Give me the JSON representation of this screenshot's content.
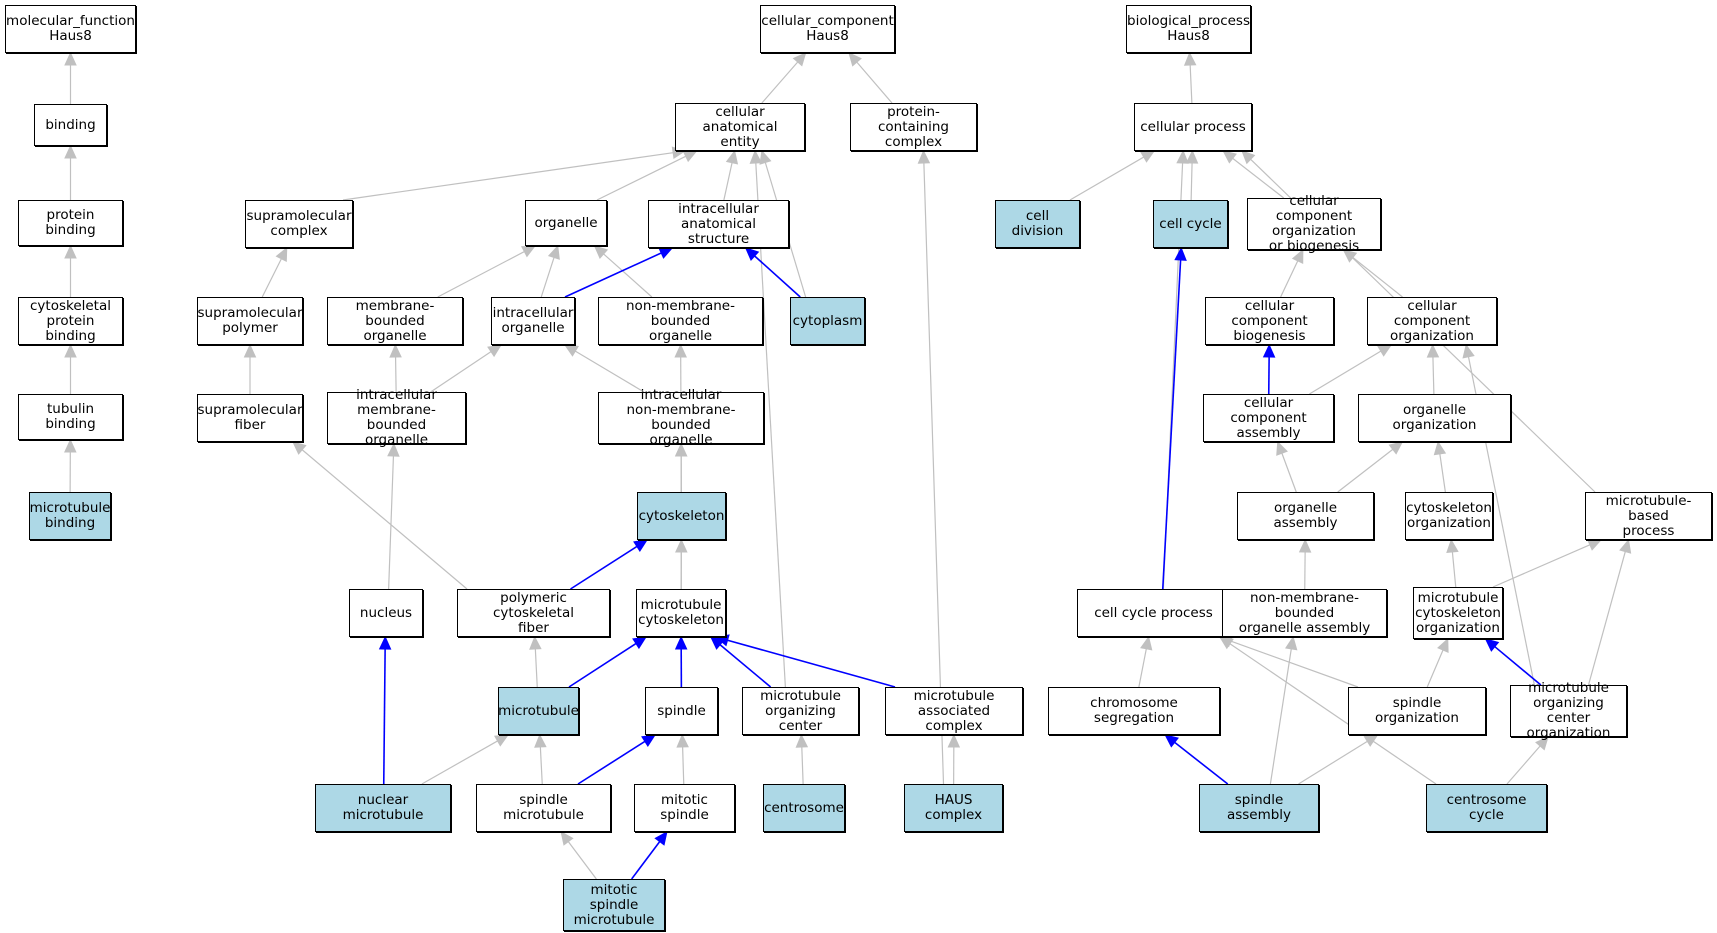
{
  "colors": {
    "highlight": "#add8e6",
    "blue_edge": "#0000ff",
    "gray_edge": "#c0c0c0"
  },
  "nodes": {
    "mf_root": {
      "text": "molecular_function\nHaus8",
      "hl": false
    },
    "binding": {
      "text": "binding",
      "hl": false
    },
    "protein_binding": {
      "text": "protein binding",
      "hl": false
    },
    "cyto_protein_binding": {
      "text": "cytoskeletal\nprotein binding",
      "hl": false
    },
    "tubulin_binding": {
      "text": "tubulin binding",
      "hl": false
    },
    "mt_binding": {
      "text": "microtubule\nbinding",
      "hl": true
    },
    "cc_root": {
      "text": "cellular_component\nHaus8",
      "hl": false
    },
    "cae": {
      "text": "cellular anatomical\nentity",
      "hl": false
    },
    "pcc": {
      "text": "protein-containing\ncomplex",
      "hl": false
    },
    "supra_complex": {
      "text": "supramolecular\ncomplex",
      "hl": false
    },
    "organelle": {
      "text": "organelle",
      "hl": false
    },
    "ias": {
      "text": "intracellular\nanatomical structure",
      "hl": false
    },
    "supra_polymer": {
      "text": "supramolecular\npolymer",
      "hl": false
    },
    "mbo": {
      "text": "membrane-bounded\norganelle",
      "hl": false
    },
    "io": {
      "text": "intracellular\norganelle",
      "hl": false
    },
    "nmbo": {
      "text": "non-membrane-bounded\norganelle",
      "hl": false
    },
    "cytoplasm": {
      "text": "cytoplasm",
      "hl": true
    },
    "supra_fiber": {
      "text": "supramolecular\nfiber",
      "hl": false
    },
    "imbo": {
      "text": "intracellular\nmembrane-bounded\norganelle",
      "hl": false
    },
    "inmbo": {
      "text": "intracellular\nnon-membrane-bounded\norganelle",
      "hl": false
    },
    "cytoskeleton": {
      "text": "cytoskeleton",
      "hl": true
    },
    "nucleus": {
      "text": "nucleus",
      "hl": false
    },
    "pcf": {
      "text": "polymeric cytoskeletal\nfiber",
      "hl": false
    },
    "mt_cytoskeleton": {
      "text": "microtubule\ncytoskeleton",
      "hl": false
    },
    "microtubule": {
      "text": "microtubule",
      "hl": true
    },
    "spindle": {
      "text": "spindle",
      "hl": false
    },
    "mtoc": {
      "text": "microtubule\norganizing center",
      "hl": false
    },
    "mac": {
      "text": "microtubule\nassociated complex",
      "hl": false
    },
    "nuclear_mt": {
      "text": "nuclear microtubule",
      "hl": true
    },
    "spindle_mt": {
      "text": "spindle microtubule",
      "hl": false
    },
    "mitotic_spindle": {
      "text": "mitotic spindle",
      "hl": false
    },
    "centrosome": {
      "text": "centrosome",
      "hl": true
    },
    "haus": {
      "text": "HAUS complex",
      "hl": true
    },
    "msm": {
      "text": "mitotic spindle\nmicrotubule",
      "hl": true
    },
    "bp_root": {
      "text": "biological_process\nHaus8",
      "hl": false
    },
    "cellular_process": {
      "text": "cellular process",
      "hl": false
    },
    "cell_division": {
      "text": "cell division",
      "hl": true
    },
    "cell_cycle": {
      "text": "cell cycle",
      "hl": true
    },
    "ccob": {
      "text": "cellular component\norganization\nor biogenesis",
      "hl": false
    },
    "ccb": {
      "text": "cellular component\nbiogenesis",
      "hl": false
    },
    "cco": {
      "text": "cellular component\norganization",
      "hl": false
    },
    "cca": {
      "text": "cellular component\nassembly",
      "hl": false
    },
    "org_org": {
      "text": "organelle organization",
      "hl": false
    },
    "org_assembly": {
      "text": "organelle assembly",
      "hl": false
    },
    "cyto_org": {
      "text": "cytoskeleton\norganization",
      "hl": false
    },
    "mtb_process": {
      "text": "microtubule-based\nprocess",
      "hl": false
    },
    "ccp": {
      "text": "cell cycle process",
      "hl": false
    },
    "nmboa": {
      "text": "non-membrane-bounded\norganelle assembly",
      "hl": false
    },
    "mt_cyto_org": {
      "text": "microtubule\ncytoskeleton\norganization",
      "hl": false
    },
    "chrom_seg": {
      "text": "chromosome segregation",
      "hl": false
    },
    "spindle_org": {
      "text": "spindle organization",
      "hl": false
    },
    "mtoc_org": {
      "text": "microtubule\norganizing center\norganization",
      "hl": false
    },
    "spindle_assembly": {
      "text": "spindle assembly",
      "hl": true
    },
    "centrosome_cycle": {
      "text": "centrosome cycle",
      "hl": true
    }
  },
  "edges": [
    [
      "binding",
      "mf_root",
      0
    ],
    [
      "protein_binding",
      "binding",
      0
    ],
    [
      "cyto_protein_binding",
      "protein_binding",
      0
    ],
    [
      "tubulin_binding",
      "cyto_protein_binding",
      0
    ],
    [
      "mt_binding",
      "tubulin_binding",
      0
    ],
    [
      "cae",
      "cc_root",
      0
    ],
    [
      "pcc",
      "cc_root",
      0
    ],
    [
      "supra_complex",
      "cae",
      0
    ],
    [
      "organelle",
      "cae",
      0
    ],
    [
      "ias",
      "cae",
      0
    ],
    [
      "cytoplasm",
      "cae",
      0
    ],
    [
      "mtoc",
      "cae",
      0
    ],
    [
      "haus",
      "pcc",
      0
    ],
    [
      "supra_polymer",
      "supra_complex",
      0
    ],
    [
      "supra_fiber",
      "supra_polymer",
      0
    ],
    [
      "pcf",
      "supra_fiber",
      0
    ],
    [
      "mbo",
      "organelle",
      0
    ],
    [
      "io",
      "organelle",
      0
    ],
    [
      "nmbo",
      "organelle",
      0
    ],
    [
      "io",
      "ias",
      1
    ],
    [
      "cytoplasm",
      "ias",
      1
    ],
    [
      "imbo",
      "mbo",
      0
    ],
    [
      "imbo",
      "io",
      0
    ],
    [
      "inmbo",
      "io",
      0
    ],
    [
      "inmbo",
      "nmbo",
      0
    ],
    [
      "nucleus",
      "imbo",
      0
    ],
    [
      "cytoskeleton",
      "inmbo",
      0
    ],
    [
      "spindle",
      "inmbo",
      0
    ],
    [
      "pcf",
      "cytoskeleton",
      1
    ],
    [
      "mt_cytoskeleton",
      "cytoskeleton",
      0
    ],
    [
      "microtubule",
      "pcf",
      0
    ],
    [
      "microtubule",
      "mt_cytoskeleton",
      1
    ],
    [
      "spindle",
      "mt_cytoskeleton",
      1
    ],
    [
      "mtoc",
      "mt_cytoskeleton",
      1
    ],
    [
      "mac",
      "mt_cytoskeleton",
      1
    ],
    [
      "nuclear_mt",
      "nucleus",
      1
    ],
    [
      "nuclear_mt",
      "microtubule",
      0
    ],
    [
      "spindle_mt",
      "microtubule",
      0
    ],
    [
      "spindle_mt",
      "spindle",
      1
    ],
    [
      "mitotic_spindle",
      "spindle",
      0
    ],
    [
      "centrosome",
      "mtoc",
      0
    ],
    [
      "haus",
      "mac",
      0
    ],
    [
      "msm",
      "spindle_mt",
      0
    ],
    [
      "msm",
      "mitotic_spindle",
      1
    ],
    [
      "cellular_process",
      "bp_root",
      0
    ],
    [
      "cell_division",
      "cellular_process",
      0
    ],
    [
      "cell_cycle",
      "cellular_process",
      0
    ],
    [
      "ccob",
      "cellular_process",
      0
    ],
    [
      "ccp",
      "cellular_process",
      0
    ],
    [
      "mtb_process",
      "cellular_process",
      0
    ],
    [
      "ccb",
      "ccob",
      0
    ],
    [
      "cco",
      "ccob",
      0
    ],
    [
      "cca",
      "ccb",
      1
    ],
    [
      "cca",
      "cco",
      0
    ],
    [
      "org_org",
      "cco",
      0
    ],
    [
      "mtoc_org",
      "cco",
      0
    ],
    [
      "org_assembly",
      "cca",
      0
    ],
    [
      "org_assembly",
      "org_org",
      0
    ],
    [
      "cyto_org",
      "org_org",
      0
    ],
    [
      "mt_cyto_org",
      "cyto_org",
      0
    ],
    [
      "mt_cyto_org",
      "mtb_process",
      0
    ],
    [
      "mtoc_org",
      "mtb_process",
      0
    ],
    [
      "ccp",
      "cell_cycle",
      1
    ],
    [
      "nmboa",
      "org_assembly",
      0
    ],
    [
      "chrom_seg",
      "ccp",
      0
    ],
    [
      "spindle_org",
      "ccp",
      0
    ],
    [
      "centrosome_cycle",
      "ccp",
      0
    ],
    [
      "spindle_org",
      "mt_cyto_org",
      0
    ],
    [
      "mtoc_org",
      "mt_cyto_org",
      1
    ],
    [
      "spindle_assembly",
      "chrom_seg",
      1
    ],
    [
      "spindle_assembly",
      "nmboa",
      0
    ],
    [
      "spindle_assembly",
      "spindle_org",
      0
    ],
    [
      "centrosome_cycle",
      "mtoc_org",
      0
    ]
  ]
}
